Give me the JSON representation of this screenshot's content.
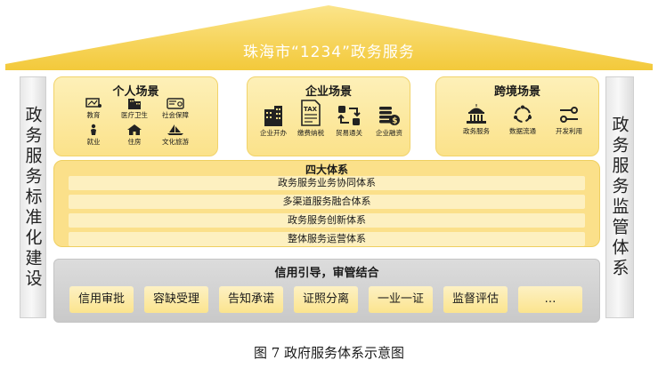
{
  "roof": {
    "title": "珠海市“1234”政务服务"
  },
  "left_pillar": {
    "label": "政务服务标准化建设"
  },
  "right_pillar": {
    "label": "政务服务监管体系"
  },
  "scenes": [
    {
      "title": "个人场景",
      "items": [
        {
          "label": "教育",
          "icon": "education-icon"
        },
        {
          "label": "医疗卫生",
          "icon": "hospital-icon"
        },
        {
          "label": "社会保障",
          "icon": "social-card-icon"
        },
        {
          "label": "就业",
          "icon": "employment-icon"
        },
        {
          "label": "住房",
          "icon": "house-icon"
        },
        {
          "label": "文化旅游",
          "icon": "sailboat-icon"
        }
      ]
    },
    {
      "title": "企业场景",
      "items": [
        {
          "label": "企业开办",
          "icon": "building-icon"
        },
        {
          "label": "缴费纳税",
          "icon": "tax-document-icon"
        },
        {
          "label": "贸易通关",
          "icon": "exchange-icon"
        },
        {
          "label": "企业融资",
          "icon": "coins-icon"
        }
      ]
    },
    {
      "title": "跨境场景",
      "items": [
        {
          "label": "政务服务",
          "icon": "government-building-icon"
        },
        {
          "label": "数据流通",
          "icon": "cycle-icon"
        },
        {
          "label": "开发利用",
          "icon": "toggle-icon"
        }
      ]
    }
  ],
  "systems": {
    "title": "四大体系",
    "rows": [
      "政务服务业务协同体系",
      "多渠道服务融合体系",
      "政务服务创新体系",
      "整体服务运营体系"
    ]
  },
  "credit": {
    "title": "信用引导，审管结合",
    "items": [
      "信用审批",
      "容缺受理",
      "告知承诺",
      "证照分离",
      "一业一证",
      "监督评估",
      "…"
    ]
  },
  "caption": "图 7 政府服务体系示意图",
  "colors": {
    "roof": "#f7d24e",
    "scene_fill": "#fbe28a",
    "systems_fill": "#fbe08a",
    "credit_fill": "#cfcfcf"
  }
}
